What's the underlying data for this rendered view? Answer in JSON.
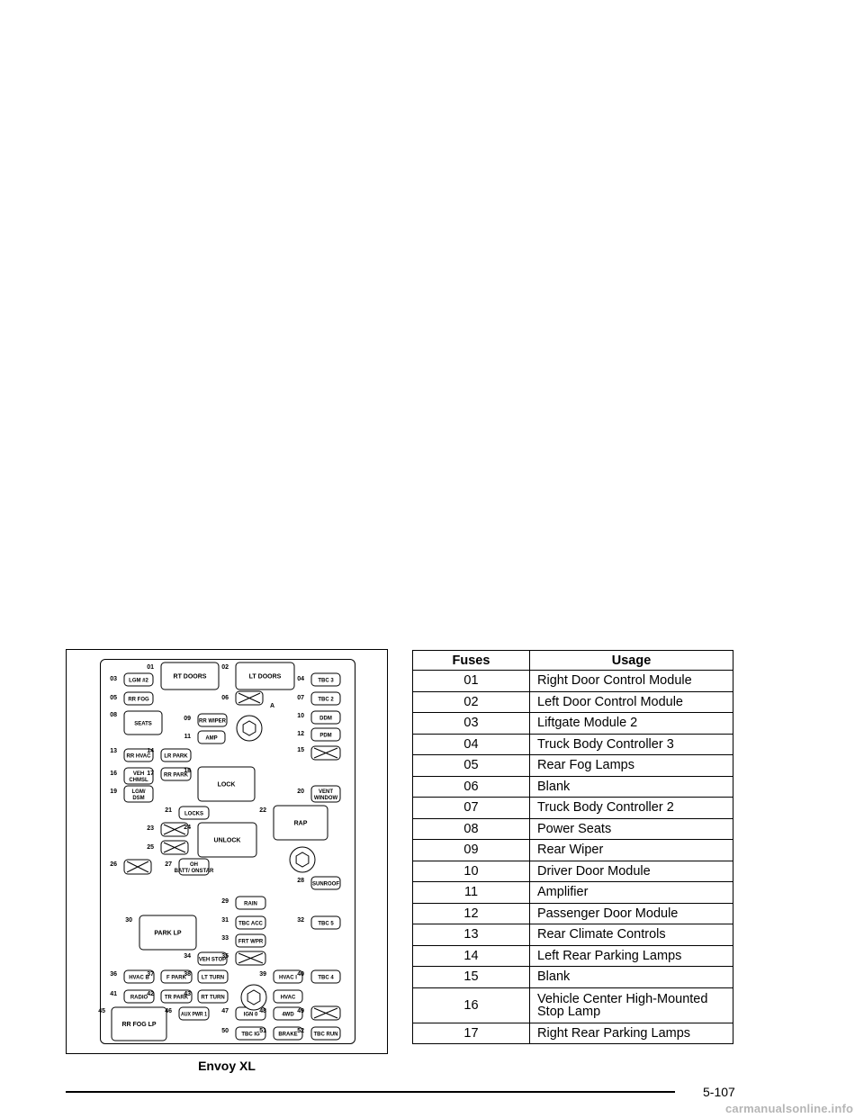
{
  "diagram": {
    "caption": "Envoy XL",
    "hex_label": "A",
    "fuses": [
      {
        "num": "01",
        "label": "RT DOORS"
      },
      {
        "num": "02",
        "label": "LT DOORS"
      },
      {
        "num": "03",
        "label": "LGM #2"
      },
      {
        "num": "04",
        "label": "TBC 3"
      },
      {
        "num": "05",
        "label": "RR FOG"
      },
      {
        "num": "06",
        "label": ""
      },
      {
        "num": "07",
        "label": "TBC 2"
      },
      {
        "num": "08",
        "label": "SEATS"
      },
      {
        "num": "09",
        "label": "RR WIPER"
      },
      {
        "num": "10",
        "label": "DDM"
      },
      {
        "num": "11",
        "label": "AMP"
      },
      {
        "num": "12",
        "label": "PDM"
      },
      {
        "num": "13",
        "label": "RR HVAC"
      },
      {
        "num": "14",
        "label": "LR PARK"
      },
      {
        "num": "15",
        "label": ""
      },
      {
        "num": "16",
        "label": "VEH CHMSL"
      },
      {
        "num": "17",
        "label": "RR PARK"
      },
      {
        "num": "18",
        "label": "LOCK"
      },
      {
        "num": "19",
        "label": "LGM/ DSM"
      },
      {
        "num": "20",
        "label": "VENT WINDOW"
      },
      {
        "num": "21",
        "label": "LOCKS"
      },
      {
        "num": "22",
        "label": "RAP"
      },
      {
        "num": "23",
        "label": ""
      },
      {
        "num": "24",
        "label": "UNLOCK"
      },
      {
        "num": "25",
        "label": ""
      },
      {
        "num": "26",
        "label": ""
      },
      {
        "num": "27",
        "label": "OH BATT/ ONSTAR"
      },
      {
        "num": "28",
        "label": "SUNROOF"
      },
      {
        "num": "29",
        "label": "RAIN"
      },
      {
        "num": "30",
        "label": "PARK LP"
      },
      {
        "num": "31",
        "label": "TBC ACC"
      },
      {
        "num": "32",
        "label": "TBC 5"
      },
      {
        "num": "33",
        "label": "FRT WPR"
      },
      {
        "num": "34",
        "label": "VEH STOP"
      },
      {
        "num": "35",
        "label": ""
      },
      {
        "num": "36",
        "label": "HVAC B"
      },
      {
        "num": "37",
        "label": "F PARK"
      },
      {
        "num": "38",
        "label": "LT TURN"
      },
      {
        "num": "39",
        "label": "HVAC I"
      },
      {
        "num": "40",
        "label": "TBC 4"
      },
      {
        "num": "41",
        "label": "RADIO"
      },
      {
        "num": "42",
        "label": "TR PARK"
      },
      {
        "num": "43",
        "label": "RT TURN"
      },
      {
        "num": "44",
        "label": "HVAC"
      },
      {
        "num": "45",
        "label": "RR FOG LP"
      },
      {
        "num": "46",
        "label": "AUX PWR 1"
      },
      {
        "num": "47",
        "label": "IGN 0"
      },
      {
        "num": "48",
        "label": "4WD"
      },
      {
        "num": "49",
        "label": ""
      },
      {
        "num": "50",
        "label": "TBC IG"
      },
      {
        "num": "51",
        "label": "BRAKE"
      },
      {
        "num": "52",
        "label": "TBC RUN"
      }
    ]
  },
  "table": {
    "headers": [
      "Fuses",
      "Usage"
    ],
    "rows": [
      [
        "01",
        "Right Door Control Module"
      ],
      [
        "02",
        "Left Door Control Module"
      ],
      [
        "03",
        "Liftgate Module 2"
      ],
      [
        "04",
        "Truck Body Controller 3"
      ],
      [
        "05",
        "Rear Fog Lamps"
      ],
      [
        "06",
        "Blank"
      ],
      [
        "07",
        "Truck Body Controller 2"
      ],
      [
        "08",
        "Power Seats"
      ],
      [
        "09",
        "Rear Wiper"
      ],
      [
        "10",
        "Driver Door Module"
      ],
      [
        "11",
        "Amplifier"
      ],
      [
        "12",
        "Passenger Door Module"
      ],
      [
        "13",
        "Rear Climate Controls"
      ],
      [
        "14",
        "Left Rear Parking Lamps"
      ],
      [
        "15",
        "Blank"
      ],
      [
        "16",
        "Vehicle Center High-Mounted Stop Lamp"
      ],
      [
        "17",
        "Right Rear Parking Lamps"
      ]
    ]
  },
  "footer": {
    "page_number": "5-107",
    "watermark": "carmanualsonline.info"
  }
}
